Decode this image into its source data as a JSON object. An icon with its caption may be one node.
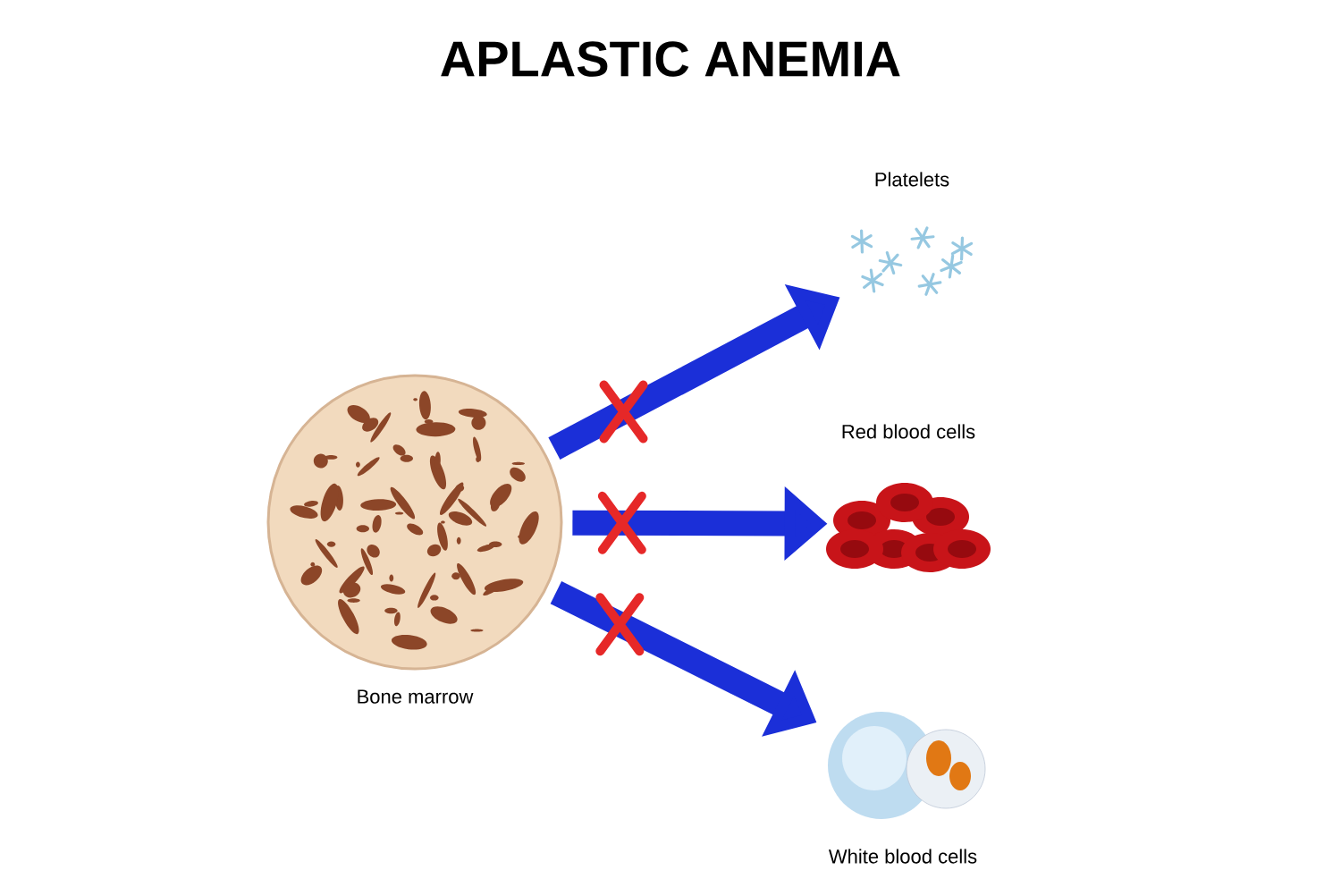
{
  "diagram": {
    "title": "APLASTIC ANEMIA",
    "nodes": [
      {
        "text": [
          "Bone marrow"
        ]
      },
      {
        "text": [
          "Platelets"
        ]
      },
      {
        "text": [
          "Red blood cells"
        ]
      },
      {
        "text": [
          "White blood cells"
        ]
      }
    ],
    "edges": [
      {
        "from": 0,
        "to": 1,
        "arrow": "to"
      },
      {
        "from": 0,
        "to": 2,
        "arrow": "to"
      },
      {
        "from": 0,
        "to": 3,
        "arrow": "to"
      }
    ]
  }
}
